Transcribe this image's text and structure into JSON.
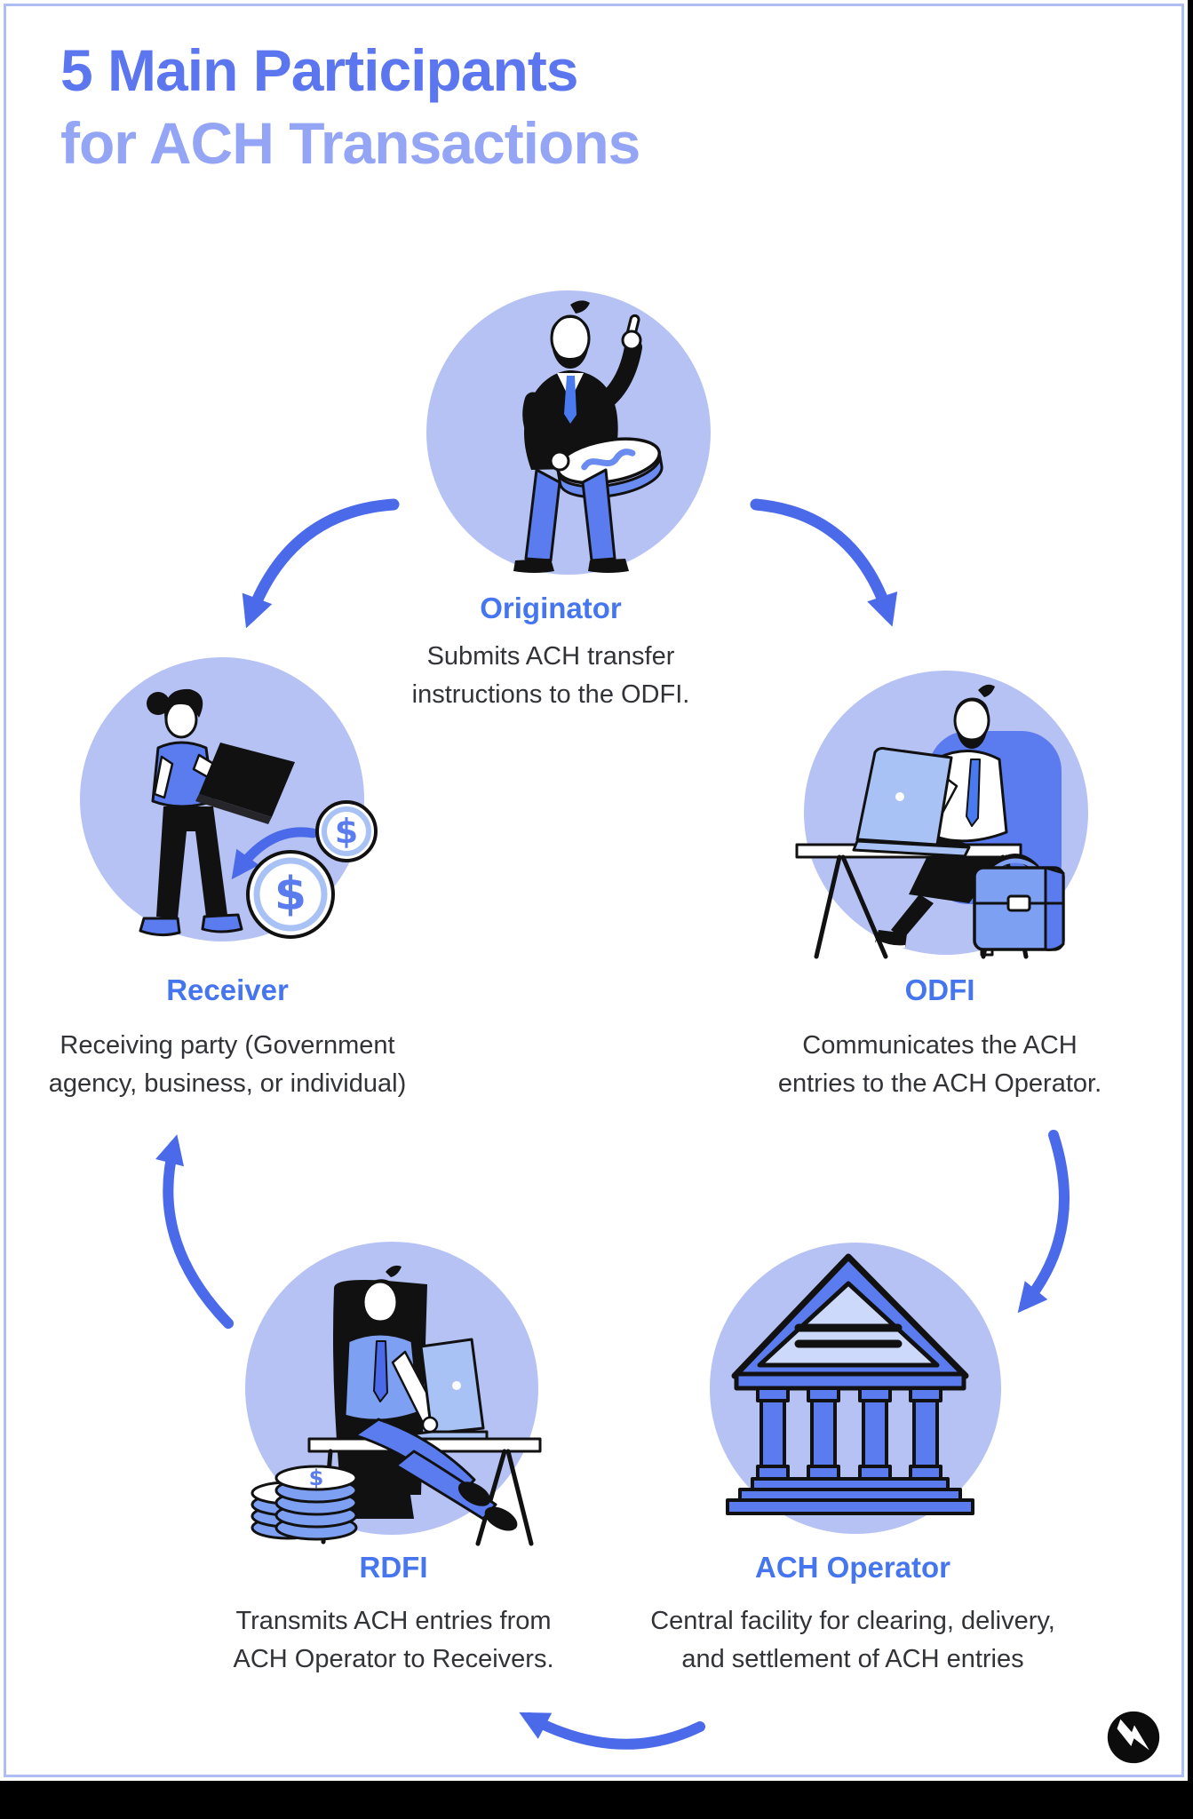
{
  "title": {
    "line1": "5 Main Participants",
    "line2": "for ACH Transactions"
  },
  "nodes": {
    "originator": {
      "label": "Originator",
      "desc": [
        "Submits ACH transfer",
        "instructions to the ODFI."
      ],
      "illustration": "man-holding-large-dollar-coin"
    },
    "receiver": {
      "label": "Receiver",
      "desc": [
        "Receiving party (Government",
        "agency, business, or individual)"
      ],
      "illustration": "woman-with-laptop-receiving-dollar-coins"
    },
    "odfi": {
      "label": "ODFI",
      "desc": [
        "Communicates the ACH",
        "entries to the ACH Operator."
      ],
      "illustration": "man-working-at-desk-with-briefcase"
    },
    "rdfi": {
      "label": "RDFI",
      "desc": [
        "Transmits ACH entries from",
        "ACH Operator to Receivers."
      ],
      "illustration": "man-working-at-desk-with-coin-stack"
    },
    "ach_operator": {
      "label": "ACH Operator",
      "desc": [
        "Central facility for clearing, delivery,",
        "and settlement of ACH entries"
      ],
      "illustration": "bank-building"
    }
  },
  "flow_arrows": [
    {
      "from": "Originator",
      "to": "Receiver"
    },
    {
      "from": "Originator",
      "to": "ODFI"
    },
    {
      "from": "ODFI",
      "to": "ACH Operator"
    },
    {
      "from": "ACH Operator",
      "to": "RDFI"
    },
    {
      "from": "RDFI",
      "to": "Receiver"
    }
  ],
  "coin_symbol": "$",
  "logo": {
    "shape": "lightning-bolt-in-black-circle"
  },
  "colors": {
    "background": "#000000",
    "card": "#ffffff",
    "card_border": "#aebdf4",
    "title_primary": "#5b76ee",
    "title_secondary": "#93a5f4",
    "node_label": "#4575ef",
    "body_text": "#323337",
    "arrow": "#4a6ae9",
    "circle_fill": "#b6c2f3",
    "illustration_blue": "#5b7cee",
    "illustration_light_blue": "#a9c2f6",
    "illustration_mid_blue": "#7da0f3",
    "outline": "#111111"
  }
}
